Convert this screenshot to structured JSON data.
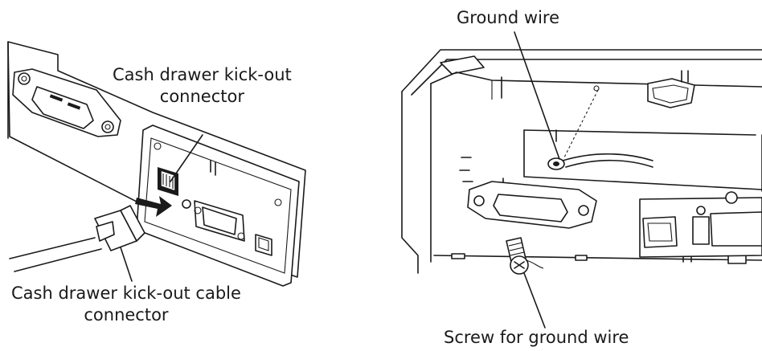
{
  "labels": {
    "kickout_connector_line1": "Cash drawer kick-out",
    "kickout_connector_line2": "connector",
    "kickout_cable_line1": "Cash drawer kick-out cable",
    "kickout_cable_line2": "connector",
    "ground_wire": "Ground wire",
    "ground_screw": "Screw for ground wire"
  }
}
